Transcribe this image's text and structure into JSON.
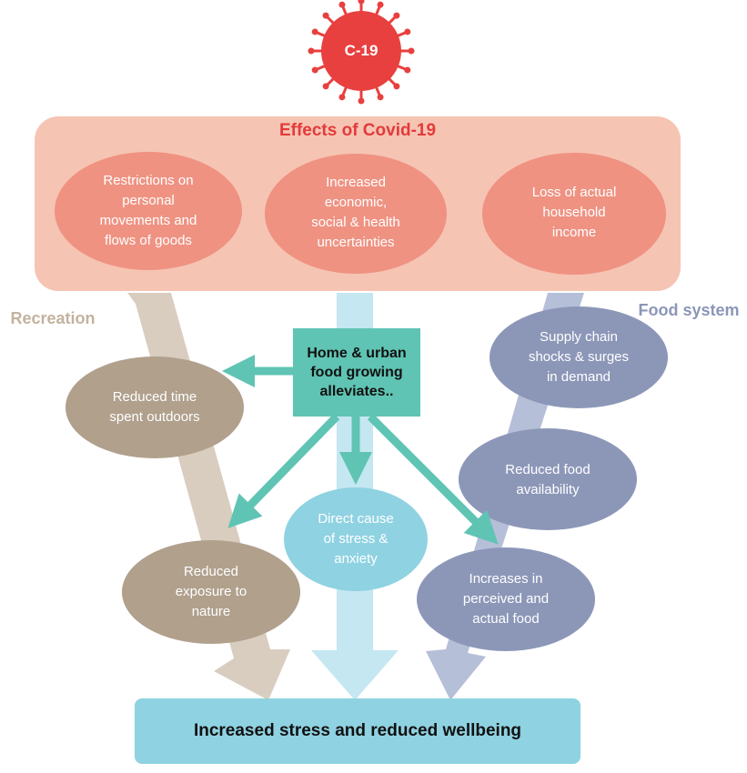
{
  "virus": {
    "label": "C-19",
    "color": "#e8403f"
  },
  "effects": {
    "title": "Effects of Covid-19",
    "items": [
      "Restrictions on\npersonal\nmovements and\nflows of goods",
      "Increased\neconomic,\nsocial & health\nuncertainties",
      "Loss of actual\nhousehold\nincome"
    ]
  },
  "recreation": {
    "title": "Recreation",
    "items": [
      "Reduced time\nspent outdoors",
      "Reduced\nexposure to\nnature"
    ]
  },
  "food_system": {
    "title": "Food system",
    "items": [
      "Supply chain\nshocks & surges\nin demand",
      "Reduced food\navailability",
      "Increases in\nperceived and\nactual food"
    ]
  },
  "center": {
    "box": "Home & urban\nfood growing\nalleviates..",
    "direct": "Direct cause\nof stress &\nanxiety"
  },
  "outcome": "Increased stress and reduced wellbeing",
  "colors": {
    "effects_panel": "#f6c4b3",
    "effects_circle": "#ef9282",
    "recreation": "#b0a08c",
    "recreation_arrow": "#d8cdbf",
    "food": "#8c97b8",
    "food_arrow": "#b6bfd8",
    "teal": "#5fc4b3",
    "light_blue": "#8fd2e2",
    "light_blue_arrow": "#c4e7f1"
  }
}
